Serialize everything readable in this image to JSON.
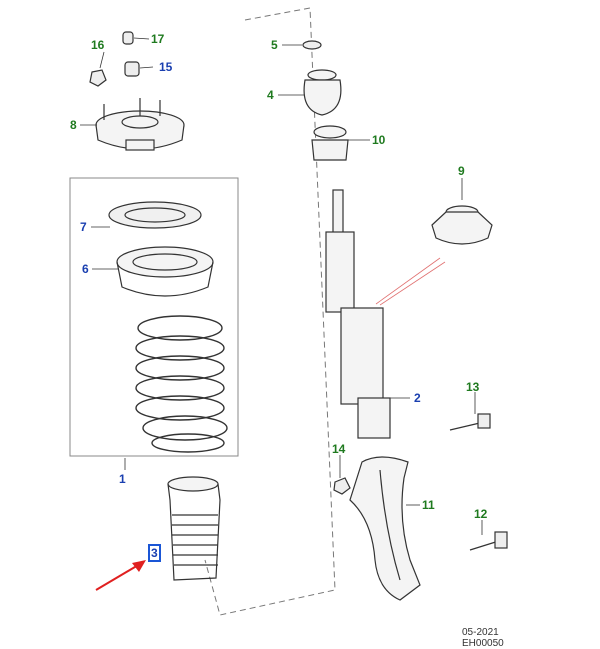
{
  "callouts": {
    "c1": "1",
    "c2": "2",
    "c3": "3",
    "c4": "4",
    "c5": "5",
    "c6": "6",
    "c7": "7",
    "c8": "8",
    "c9": "9",
    "c10": "10",
    "c11": "11",
    "c12": "12",
    "c13": "13",
    "c14": "14",
    "c15": "15",
    "c16": "16",
    "c17": "17"
  },
  "footer": {
    "date": "05-2021",
    "code": "EH00050"
  },
  "colors": {
    "green_label": "#1f7a1f",
    "blue_label": "#1a3fb0",
    "arrow": "#e02020",
    "highlight": "#1a56d6"
  },
  "highlighted_callout": "3"
}
